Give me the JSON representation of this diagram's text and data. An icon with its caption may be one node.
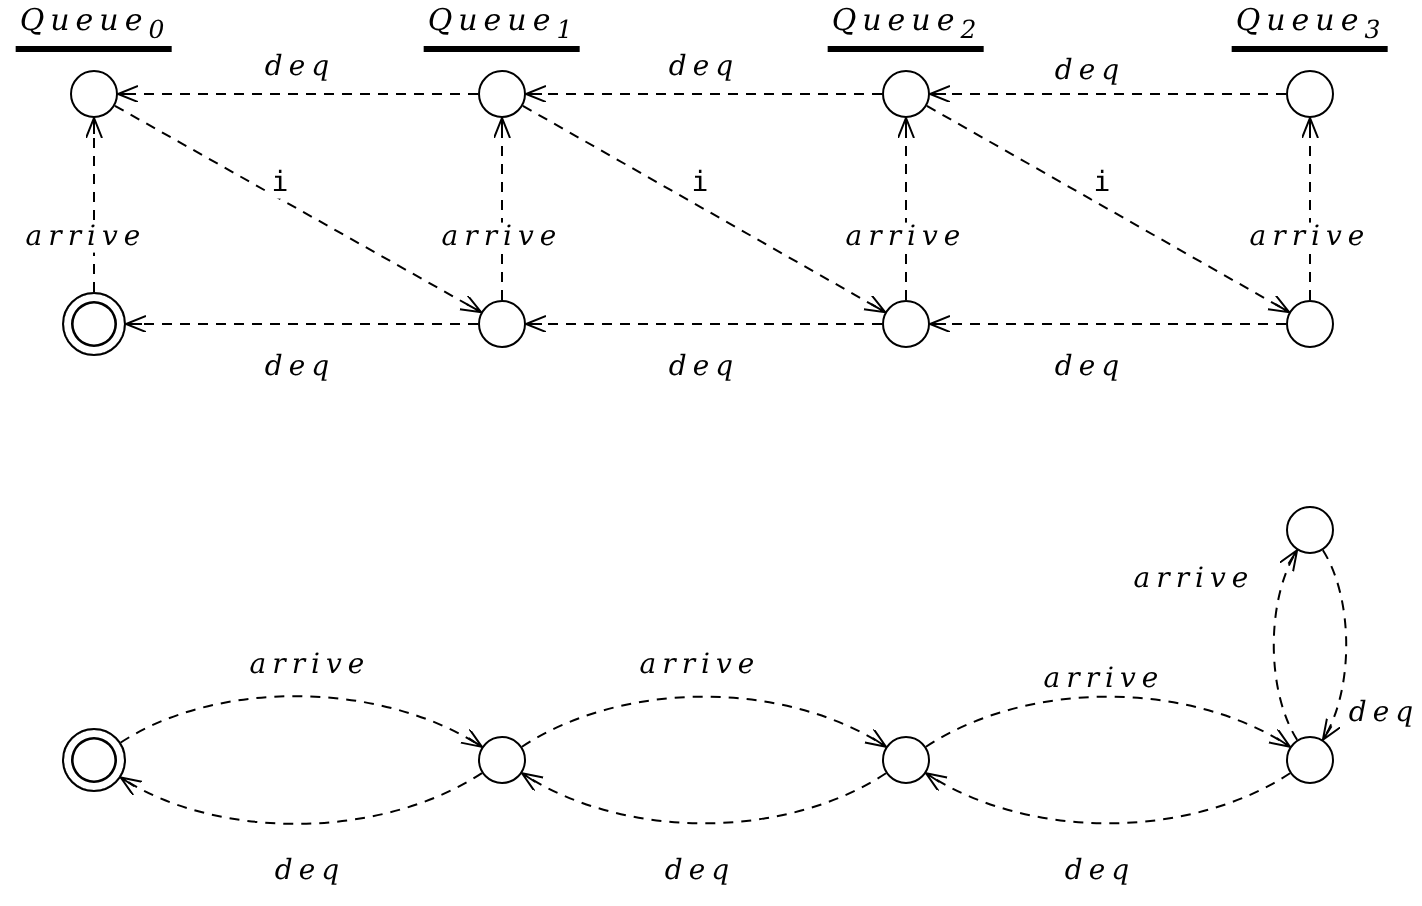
{
  "diagram": {
    "nodes": [
      {
        "text": [],
        "shape": "circle"
      },
      {
        "text": [],
        "shape": "circle"
      },
      {
        "text": [],
        "shape": "circle"
      },
      {
        "text": [],
        "shape": "circle"
      },
      {
        "text": [],
        "shape": "doublecircle"
      },
      {
        "text": [],
        "shape": "circle"
      },
      {
        "text": [],
        "shape": "circle"
      },
      {
        "text": [],
        "shape": "circle"
      },
      {
        "text": [],
        "shape": "circle"
      },
      {
        "text": [],
        "shape": "doublecircle"
      },
      {
        "text": [],
        "shape": "circle"
      },
      {
        "text": [],
        "shape": "circle"
      },
      {
        "text": [],
        "shape": "circle"
      }
    ],
    "edges": [
      {
        "from": 1,
        "to": 0,
        "arrow": "to",
        "label": "deq"
      },
      {
        "from": 2,
        "to": 1,
        "arrow": "to",
        "label": "deq"
      },
      {
        "from": 3,
        "to": 2,
        "arrow": "to",
        "label": "deq"
      },
      {
        "from": 0,
        "to": 5,
        "arrow": "to",
        "label": "i"
      },
      {
        "from": 1,
        "to": 6,
        "arrow": "to",
        "label": "i"
      },
      {
        "from": 2,
        "to": 7,
        "arrow": "to",
        "label": "i"
      },
      {
        "from": 4,
        "to": 0,
        "arrow": "to",
        "label": "arrive"
      },
      {
        "from": 5,
        "to": 1,
        "arrow": "to",
        "label": "arrive"
      },
      {
        "from": 6,
        "to": 2,
        "arrow": "to",
        "label": "arrive"
      },
      {
        "from": 7,
        "to": 3,
        "arrow": "to",
        "label": "arrive"
      },
      {
        "from": 5,
        "to": 4,
        "arrow": "to",
        "label": "deq"
      },
      {
        "from": 6,
        "to": 5,
        "arrow": "to",
        "label": "deq"
      },
      {
        "from": 7,
        "to": 6,
        "arrow": "to",
        "label": "deq"
      },
      {
        "from": 9,
        "to": 10,
        "arrow": "to",
        "label": "arrive"
      },
      {
        "from": 10,
        "to": 11,
        "arrow": "to",
        "label": "arrive"
      },
      {
        "from": 11,
        "to": 12,
        "arrow": "to",
        "label": "arrive"
      },
      {
        "from": 10,
        "to": 9,
        "arrow": "to",
        "label": "deq"
      },
      {
        "from": 11,
        "to": 10,
        "arrow": "to",
        "label": "deq"
      },
      {
        "from": 12,
        "to": 11,
        "arrow": "to",
        "label": "deq"
      },
      {
        "from": 12,
        "to": 8,
        "arrow": "to",
        "label": "arrive"
      },
      {
        "from": 8,
        "to": 12,
        "arrow": "to",
        "label": "deq"
      }
    ],
    "labels": [
      "Queue$_{0}$",
      "Queue$_{1}$",
      "Queue$_{2}$",
      "Queue$_{3}$"
    ]
  }
}
